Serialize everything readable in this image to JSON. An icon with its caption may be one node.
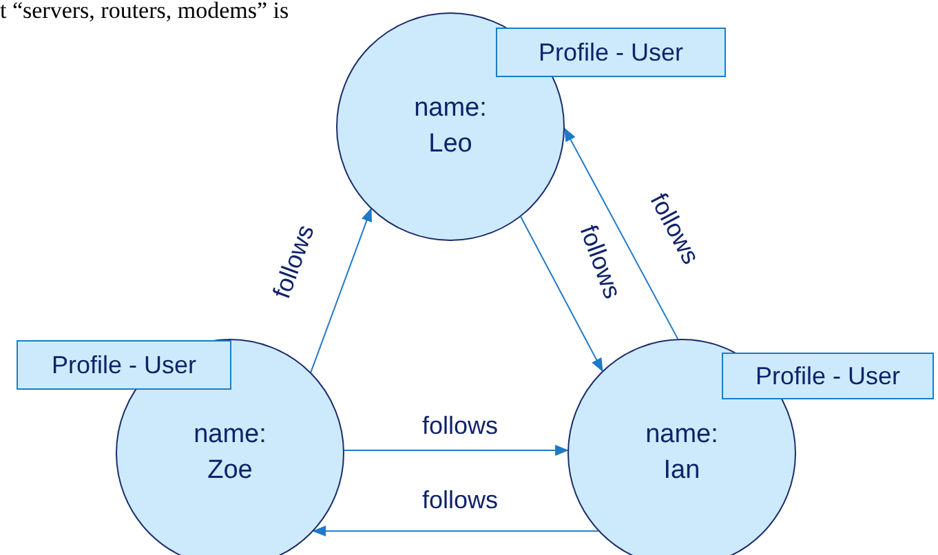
{
  "diagram": {
    "nodes": [
      {
        "text": [
          "Profile - User"
        ]
      },
      {
        "text": [
          "name: Leo"
        ]
      },
      {
        "text": [
          "Profile - User"
        ]
      },
      {
        "text": [
          "name: Zoe"
        ]
      },
      {
        "text": [
          "Profile - User"
        ]
      },
      {
        "text": [
          "name: Ian"
        ]
      }
    ],
    "edges": [
      {
        "from": 3,
        "to": 1,
        "label": "follows",
        "arrow": "to"
      },
      {
        "from": 1,
        "to": 5,
        "label": "follows",
        "arrow": "to"
      },
      {
        "from": 5,
        "to": 1,
        "label": "follows",
        "arrow": "to"
      },
      {
        "from": 3,
        "to": 5,
        "label": "follows",
        "arrow": "to"
      },
      {
        "from": 5,
        "to": 3,
        "label": "follows",
        "arrow": "to"
      }
    ],
    "labels": [
      "t “servers, routers, modems” is"
    ]
  }
}
